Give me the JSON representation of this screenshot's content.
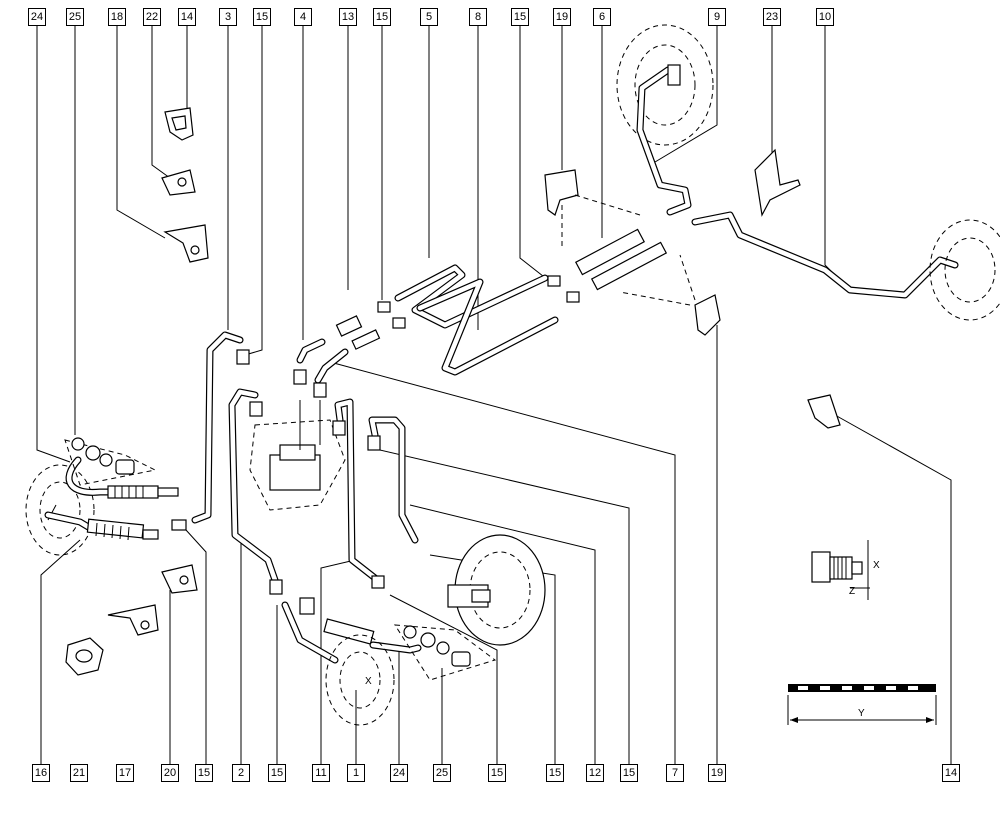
{
  "callouts_top": [
    "24",
    "25",
    "18",
    "22",
    "14",
    "3",
    "15",
    "4",
    "13",
    "15",
    "5",
    "8",
    "15",
    "19",
    "6",
    "9",
    "23",
    "10"
  ],
  "callouts_bottom": [
    "16",
    "21",
    "17",
    "20",
    "15",
    "2",
    "15",
    "11",
    "1",
    "24",
    "25",
    "15",
    "15",
    "12",
    "15",
    "7",
    "19",
    "14"
  ],
  "dim_labels": {
    "x_small": "X",
    "x_detail": "X",
    "z_detail": "Z",
    "y_scale": "Y"
  }
}
